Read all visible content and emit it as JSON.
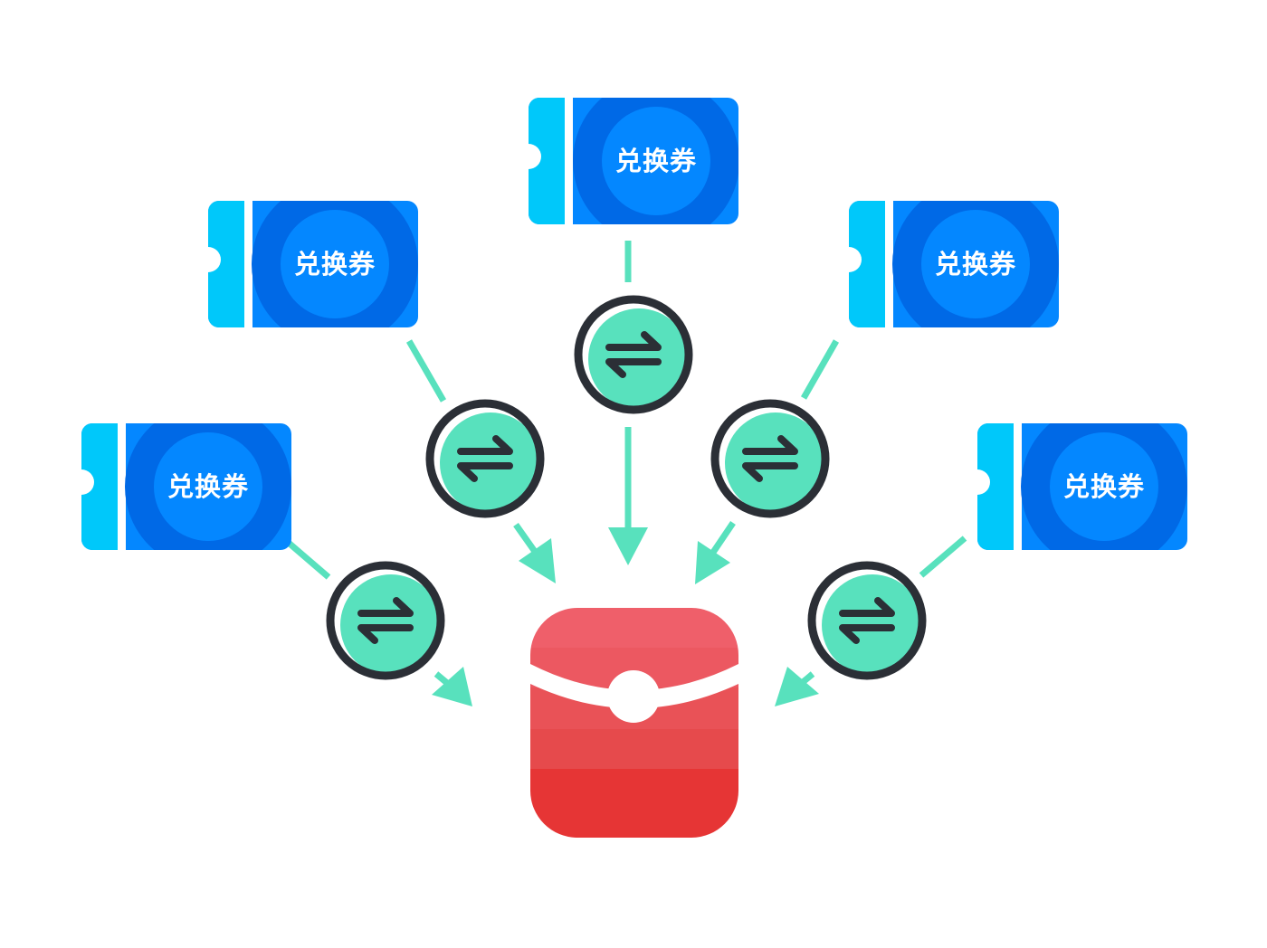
{
  "coupons": [
    {
      "label": "兑换券"
    },
    {
      "label": "兑换券"
    },
    {
      "label": "兑换券"
    },
    {
      "label": "兑换券"
    },
    {
      "label": "兑换券"
    }
  ],
  "exchange_icons": [
    {
      "icon": "exchange-arrows-icon"
    },
    {
      "icon": "exchange-arrows-icon"
    },
    {
      "icon": "exchange-arrows-icon"
    },
    {
      "icon": "exchange-arrows-icon"
    },
    {
      "icon": "exchange-arrows-icon"
    }
  ],
  "red_envelope": {
    "icon": "red-envelope-icon"
  },
  "colors": {
    "coupon_stub": "#00c8fa",
    "coupon_body": "#0487ff",
    "coupon_ring": "#0069e6",
    "coupon_center": "#0487ff",
    "exchange_fill": "#58e1bd",
    "exchange_outline": "#2b2f36",
    "arrow": "#58e1bd",
    "envelope_top": "#ef5f6a",
    "envelope_bottom": "#e63535"
  }
}
